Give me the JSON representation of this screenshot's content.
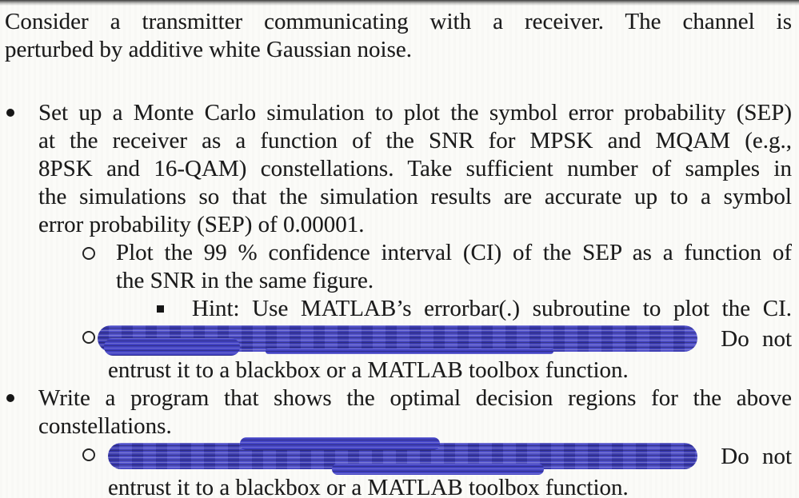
{
  "page": {
    "background": "#fbfbf8",
    "text_color": "#1b1b1b"
  },
  "redaction": {
    "color": "#4343c4",
    "meaning": "hand-scribbled blue marker redaction"
  },
  "document": {
    "blocks": [
      {
        "kind": "paragraph",
        "lines": [
          {
            "text": "Consider a transmitter communicating with a receiver. The channel is",
            "justify": true
          },
          {
            "text": "perturbed by additive white Gaussian noise.",
            "justify": false
          }
        ]
      },
      {
        "kind": "spacer"
      },
      {
        "kind": "list-item",
        "level": 1,
        "marker": "disc",
        "lines": [
          {
            "text": "Set up a Monte Carlo simulation to plot the symbol error probability (SEP)",
            "justify": true
          },
          {
            "text": "at the receiver as a function of the SNR for MPSK and MQAM (e.g.,",
            "justify": true
          },
          {
            "text": "8PSK and 16-QAM) constellations. Take sufficient number of samples in",
            "justify": true
          },
          {
            "text": "the simulations so that the simulation results are accurate up to a symbol",
            "justify": true
          },
          {
            "text": "error probability (SEP) of 0.00001.",
            "justify": false
          }
        ]
      },
      {
        "kind": "list-item",
        "level": 2,
        "marker": "circle",
        "lines": [
          {
            "text": "Plot the 99 % confidence interval (CI) of the SEP as a function of",
            "justify": true
          },
          {
            "text": "the SNR in the same figure.",
            "justify": false
          }
        ]
      },
      {
        "kind": "list-item",
        "level": 3,
        "marker": "square",
        "lines": [
          {
            "text": "Hint: Use MATLAB’s errorbar(.) subroutine to plot the CI.",
            "justify": true
          }
        ]
      },
      {
        "kind": "list-item",
        "level": 2,
        "marker": "circle",
        "lines": [
          {
            "redaction": "a",
            "after_text": "Do not"
          },
          {
            "text": "entrust it to a blackbox or a MATLAB toolbox function.",
            "justify": false,
            "cont": true
          }
        ]
      },
      {
        "kind": "list-item",
        "level": 1,
        "marker": "disc",
        "lines": [
          {
            "text": "Write a program that shows the optimal decision regions for the above",
            "justify": true
          },
          {
            "text": "constellations.",
            "justify": false
          }
        ]
      },
      {
        "kind": "list-item",
        "level": 2,
        "marker": "circle",
        "lines": [
          {
            "redaction": "b",
            "after_text": "Do not"
          },
          {
            "text": "entrust it to a blackbox or a MATLAB toolbox function.",
            "justify": false,
            "cont": true
          }
        ]
      }
    ]
  }
}
